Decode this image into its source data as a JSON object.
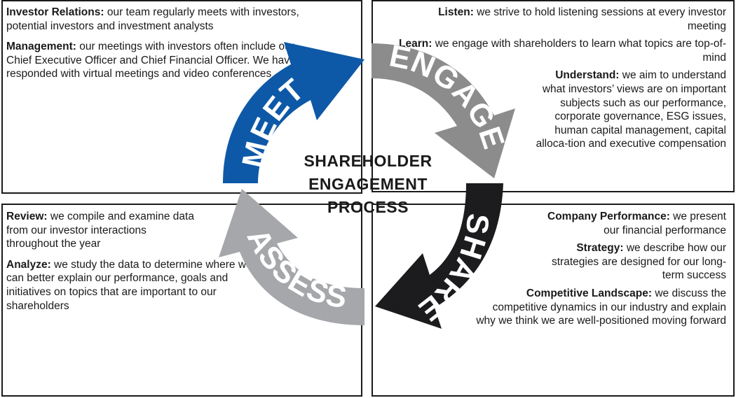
{
  "meet": {
    "label": "MEET",
    "color": "#0d59a8",
    "items": [
      {
        "term": "Investor Relations:",
        "desc": " our team regularly meets with investors, potential investors and investment analysts"
      },
      {
        "term": "Management:",
        "desc": " our meetings with investors often include our Chief Executive Officer and Chief Financial Officer. We have responded with virtual meetings and video conferences"
      }
    ]
  },
  "engage": {
    "label": "ENGAGE",
    "color": "#8c8c8c",
    "items": [
      {
        "term": "Listen:",
        "desc": " we strive to hold listening sessions at every investor meeting"
      },
      {
        "term": "Learn:",
        "desc": " we engage with shareholders to learn what topics are top-of-mind"
      },
      {
        "term": "Understand:",
        "desc": " we aim to understand what investors’ views are on important subjects such as our performance, corporate governance, ESG issues, human capital management, capital alloca-tion and executive compensation"
      }
    ]
  },
  "share": {
    "label": "SHARE",
    "color": "#1c1c1e",
    "items": [
      {
        "term": "Company Performance:",
        "desc": " we present our financial performance"
      },
      {
        "term": "Strategy:",
        "desc": " we describe how our strategies are designed for our long-term success"
      },
      {
        "term": "Competitive Landscape:",
        "desc": " we discuss the competitive dynamics in our industry and explain why we think we are well-positioned moving forward"
      }
    ]
  },
  "assess": {
    "label": "ASSESS",
    "color": "#a5a7aa",
    "items": [
      {
        "term": "Review:",
        "desc": " we compile and examine data from our investor interactions throughout the year"
      },
      {
        "term": "Analyze:",
        "desc": " we study the data to determine where we can better explain our performance, goals and initiatives on topics that are important to our shareholders"
      }
    ]
  },
  "center": {
    "line1": "SHAREHOLDER",
    "line2": "ENGAGEMENT",
    "line3": "PROCESS"
  }
}
